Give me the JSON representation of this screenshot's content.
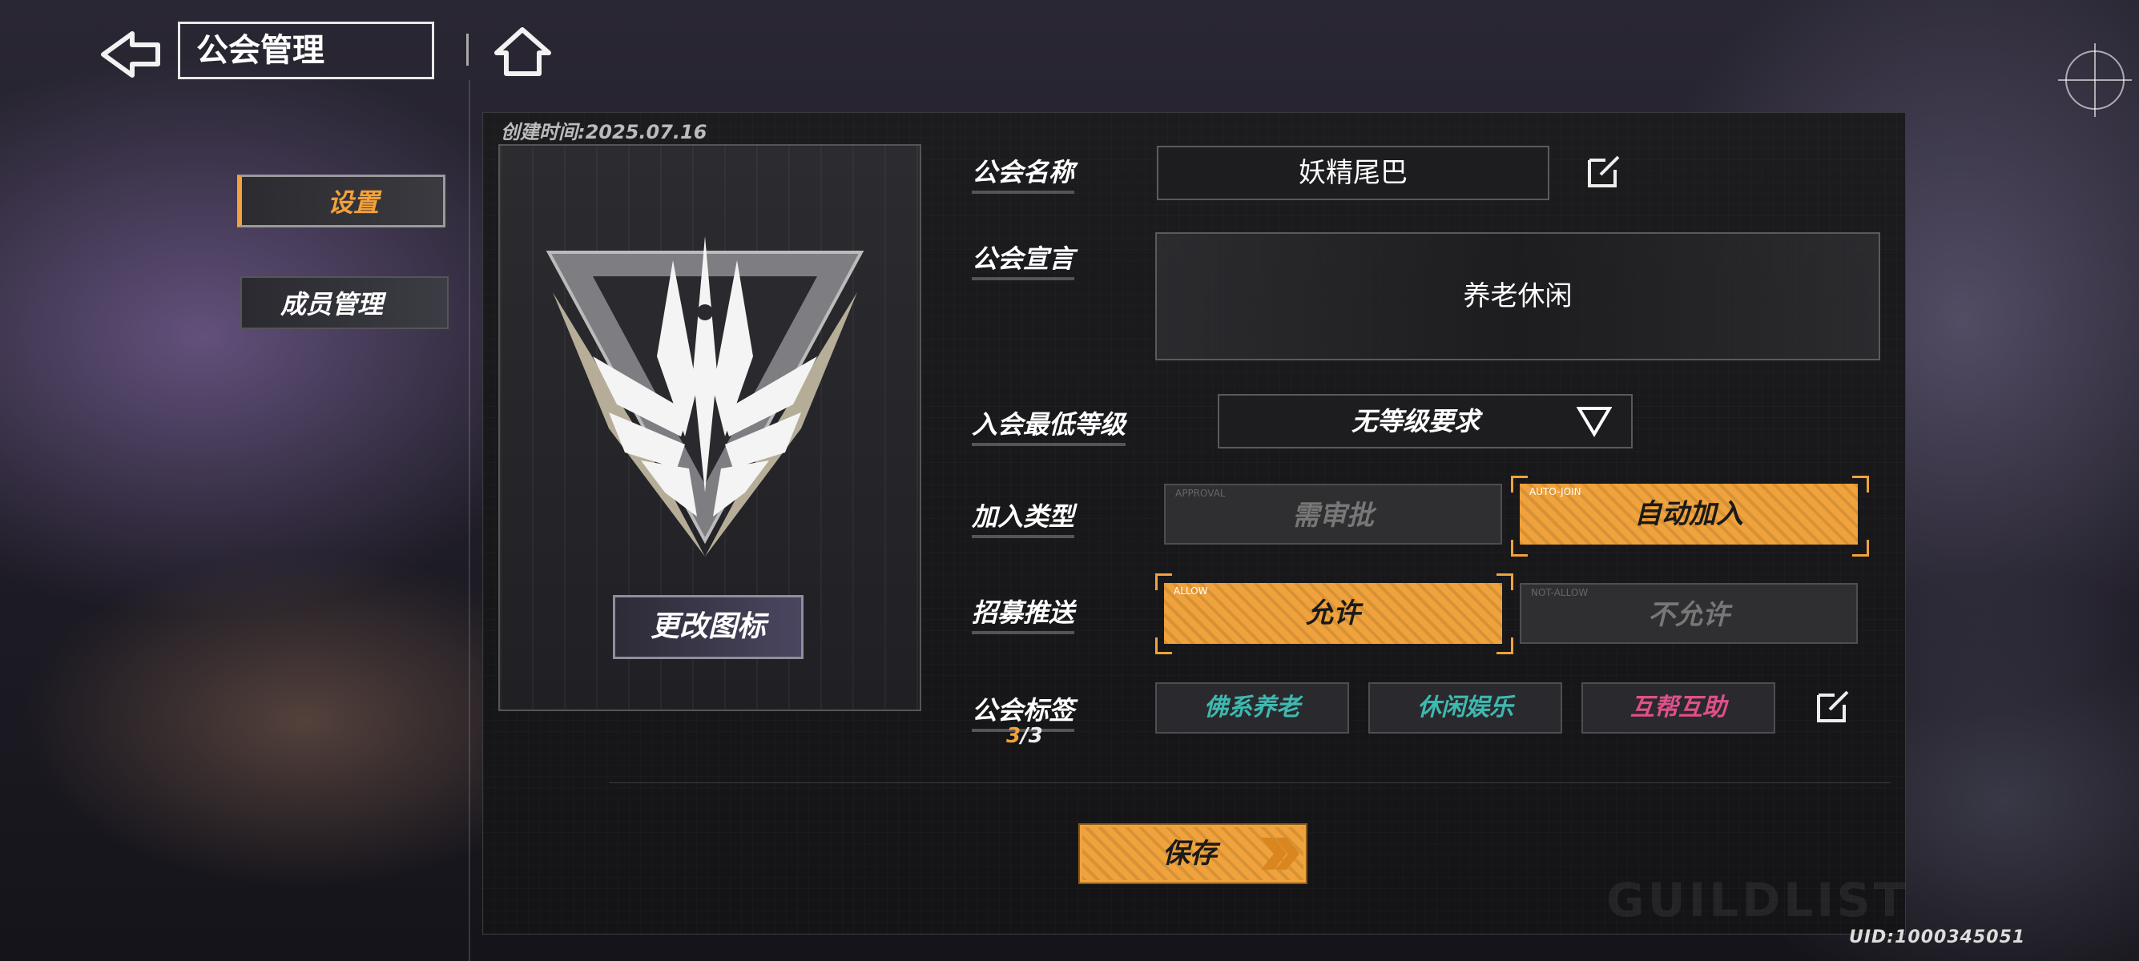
{
  "header": {
    "title": "公会管理",
    "back_icon": "back-arrow-icon",
    "home_icon": "home-icon"
  },
  "side_nav": {
    "items": [
      {
        "label": "设置",
        "active": true
      },
      {
        "label": "成员管理",
        "active": false
      }
    ]
  },
  "emblem": {
    "created_at": "创建时间:2025.07.16",
    "change_label": "更改图标"
  },
  "form": {
    "guild_name": {
      "label": "公会名称",
      "value": "妖精尾巴"
    },
    "declaration": {
      "label": "公会宣言",
      "value": "养老休闲"
    },
    "min_level": {
      "label": "入会最低等级",
      "value": "无等级要求"
    },
    "join_type": {
      "label": "加入类型",
      "options": [
        {
          "tag": "APPROVAL",
          "label": "需审批",
          "selected": false
        },
        {
          "tag": "AUTO-JOIN",
          "label": "自动加入",
          "selected": true
        }
      ]
    },
    "recruit_push": {
      "label": "招募推送",
      "options": [
        {
          "tag": "ALLOW",
          "label": "允许",
          "selected": true
        },
        {
          "tag": "NOT-ALLOW",
          "label": "不允许",
          "selected": false
        }
      ]
    },
    "tags": {
      "label": "公会标签",
      "count_current": "3",
      "count_total": "/3",
      "items": [
        {
          "label": "佛系养老",
          "color": "#3fb9b0"
        },
        {
          "label": "休闲娱乐",
          "color": "#3fb9b0"
        },
        {
          "label": "互帮互助",
          "color": "#e0508a"
        }
      ]
    }
  },
  "save_label": "保存",
  "uid": "UID:1000345051",
  "watermark": "GUILDLIST",
  "accent_color": "#f0a23c"
}
